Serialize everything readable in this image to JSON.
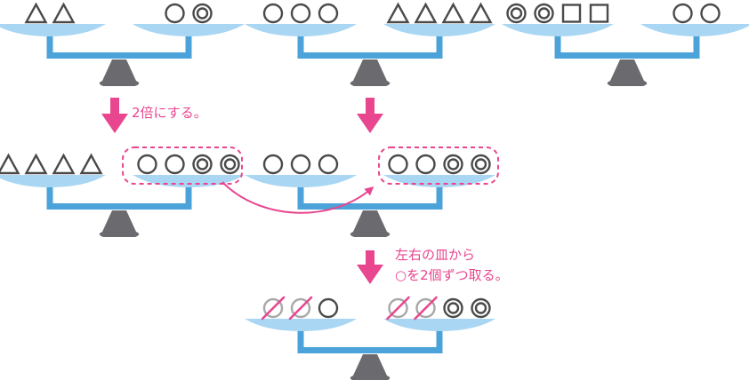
{
  "colors": {
    "beam": "#4ba3d9",
    "pan": "#a9d6f3",
    "stand": "#6b6b6f",
    "accent": "#e8468f",
    "shape": "#4a4a4a",
    "removed": "#a8a8a8"
  },
  "shape_key": {
    "triangle": "△",
    "circle": "○",
    "double_circle": "◎",
    "square": "□"
  },
  "scales": [
    {
      "id": "top-left",
      "left": [
        "triangle",
        "triangle"
      ],
      "right": [
        "circle",
        "double_circle"
      ]
    },
    {
      "id": "top-middle",
      "left": [
        "circle",
        "circle",
        "circle"
      ],
      "right": [
        "triangle",
        "triangle",
        "triangle",
        "triangle"
      ]
    },
    {
      "id": "top-right",
      "left": [
        "double_circle",
        "double_circle",
        "square",
        "square"
      ],
      "right": [
        "circle",
        "circle"
      ]
    },
    {
      "id": "middle-left",
      "left": [
        "triangle",
        "triangle",
        "triangle",
        "triangle"
      ],
      "right": [
        "circle",
        "circle",
        "double_circle",
        "double_circle"
      ]
    },
    {
      "id": "middle-middle",
      "left": [
        "circle",
        "circle",
        "circle"
      ],
      "right": [
        "circle",
        "circle",
        "double_circle",
        "double_circle"
      ]
    },
    {
      "id": "bottom",
      "left": [
        "circle-removed",
        "circle-removed",
        "circle"
      ],
      "right": [
        "circle-removed",
        "circle-removed",
        "double_circle",
        "double_circle"
      ]
    }
  ],
  "annotations": {
    "double": "2倍にする。",
    "remove_line1": "左右の皿から",
    "remove_line2": "○を2個ずつ取る。"
  }
}
